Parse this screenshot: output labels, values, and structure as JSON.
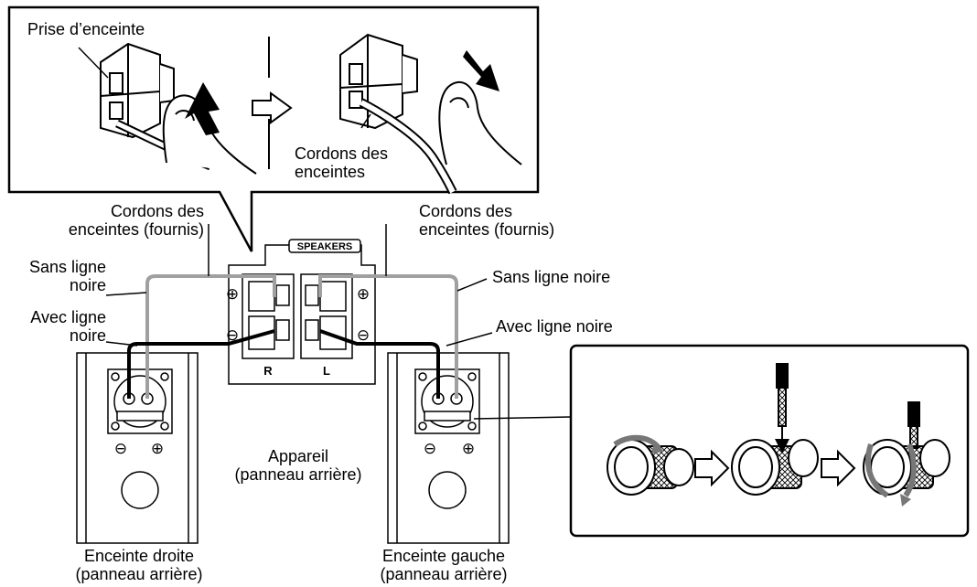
{
  "callout_top": {
    "plug_label": "Prise d’enceinte",
    "cords_label": [
      "Cordons des",
      "enceintes"
    ]
  },
  "labels": {
    "cords_supplied_left": [
      "Cordons des",
      "enceintes (fournis)"
    ],
    "cords_supplied_right": [
      "Cordons des",
      "enceintes (fournis)"
    ],
    "no_black_line_left": [
      "Sans ligne",
      "noire"
    ],
    "no_black_line_right": "Sans ligne noire",
    "black_line_left": [
      "Avec ligne",
      "noire"
    ],
    "black_line_right": "Avec ligne noire",
    "unit": [
      "Appareil",
      "(panneau arrière)"
    ],
    "right_speaker": [
      "Enceinte droite",
      "(panneau arrière)"
    ],
    "left_speaker": [
      "Enceinte gauche",
      "(panneau arrière)"
    ]
  },
  "panel": {
    "speakers_label": "SPEAKERS",
    "r": "R",
    "l": "L",
    "plus": "⊕",
    "minus": "⊖"
  },
  "speaker_terminals": {
    "minus": "⊖",
    "plus": "⊕"
  }
}
